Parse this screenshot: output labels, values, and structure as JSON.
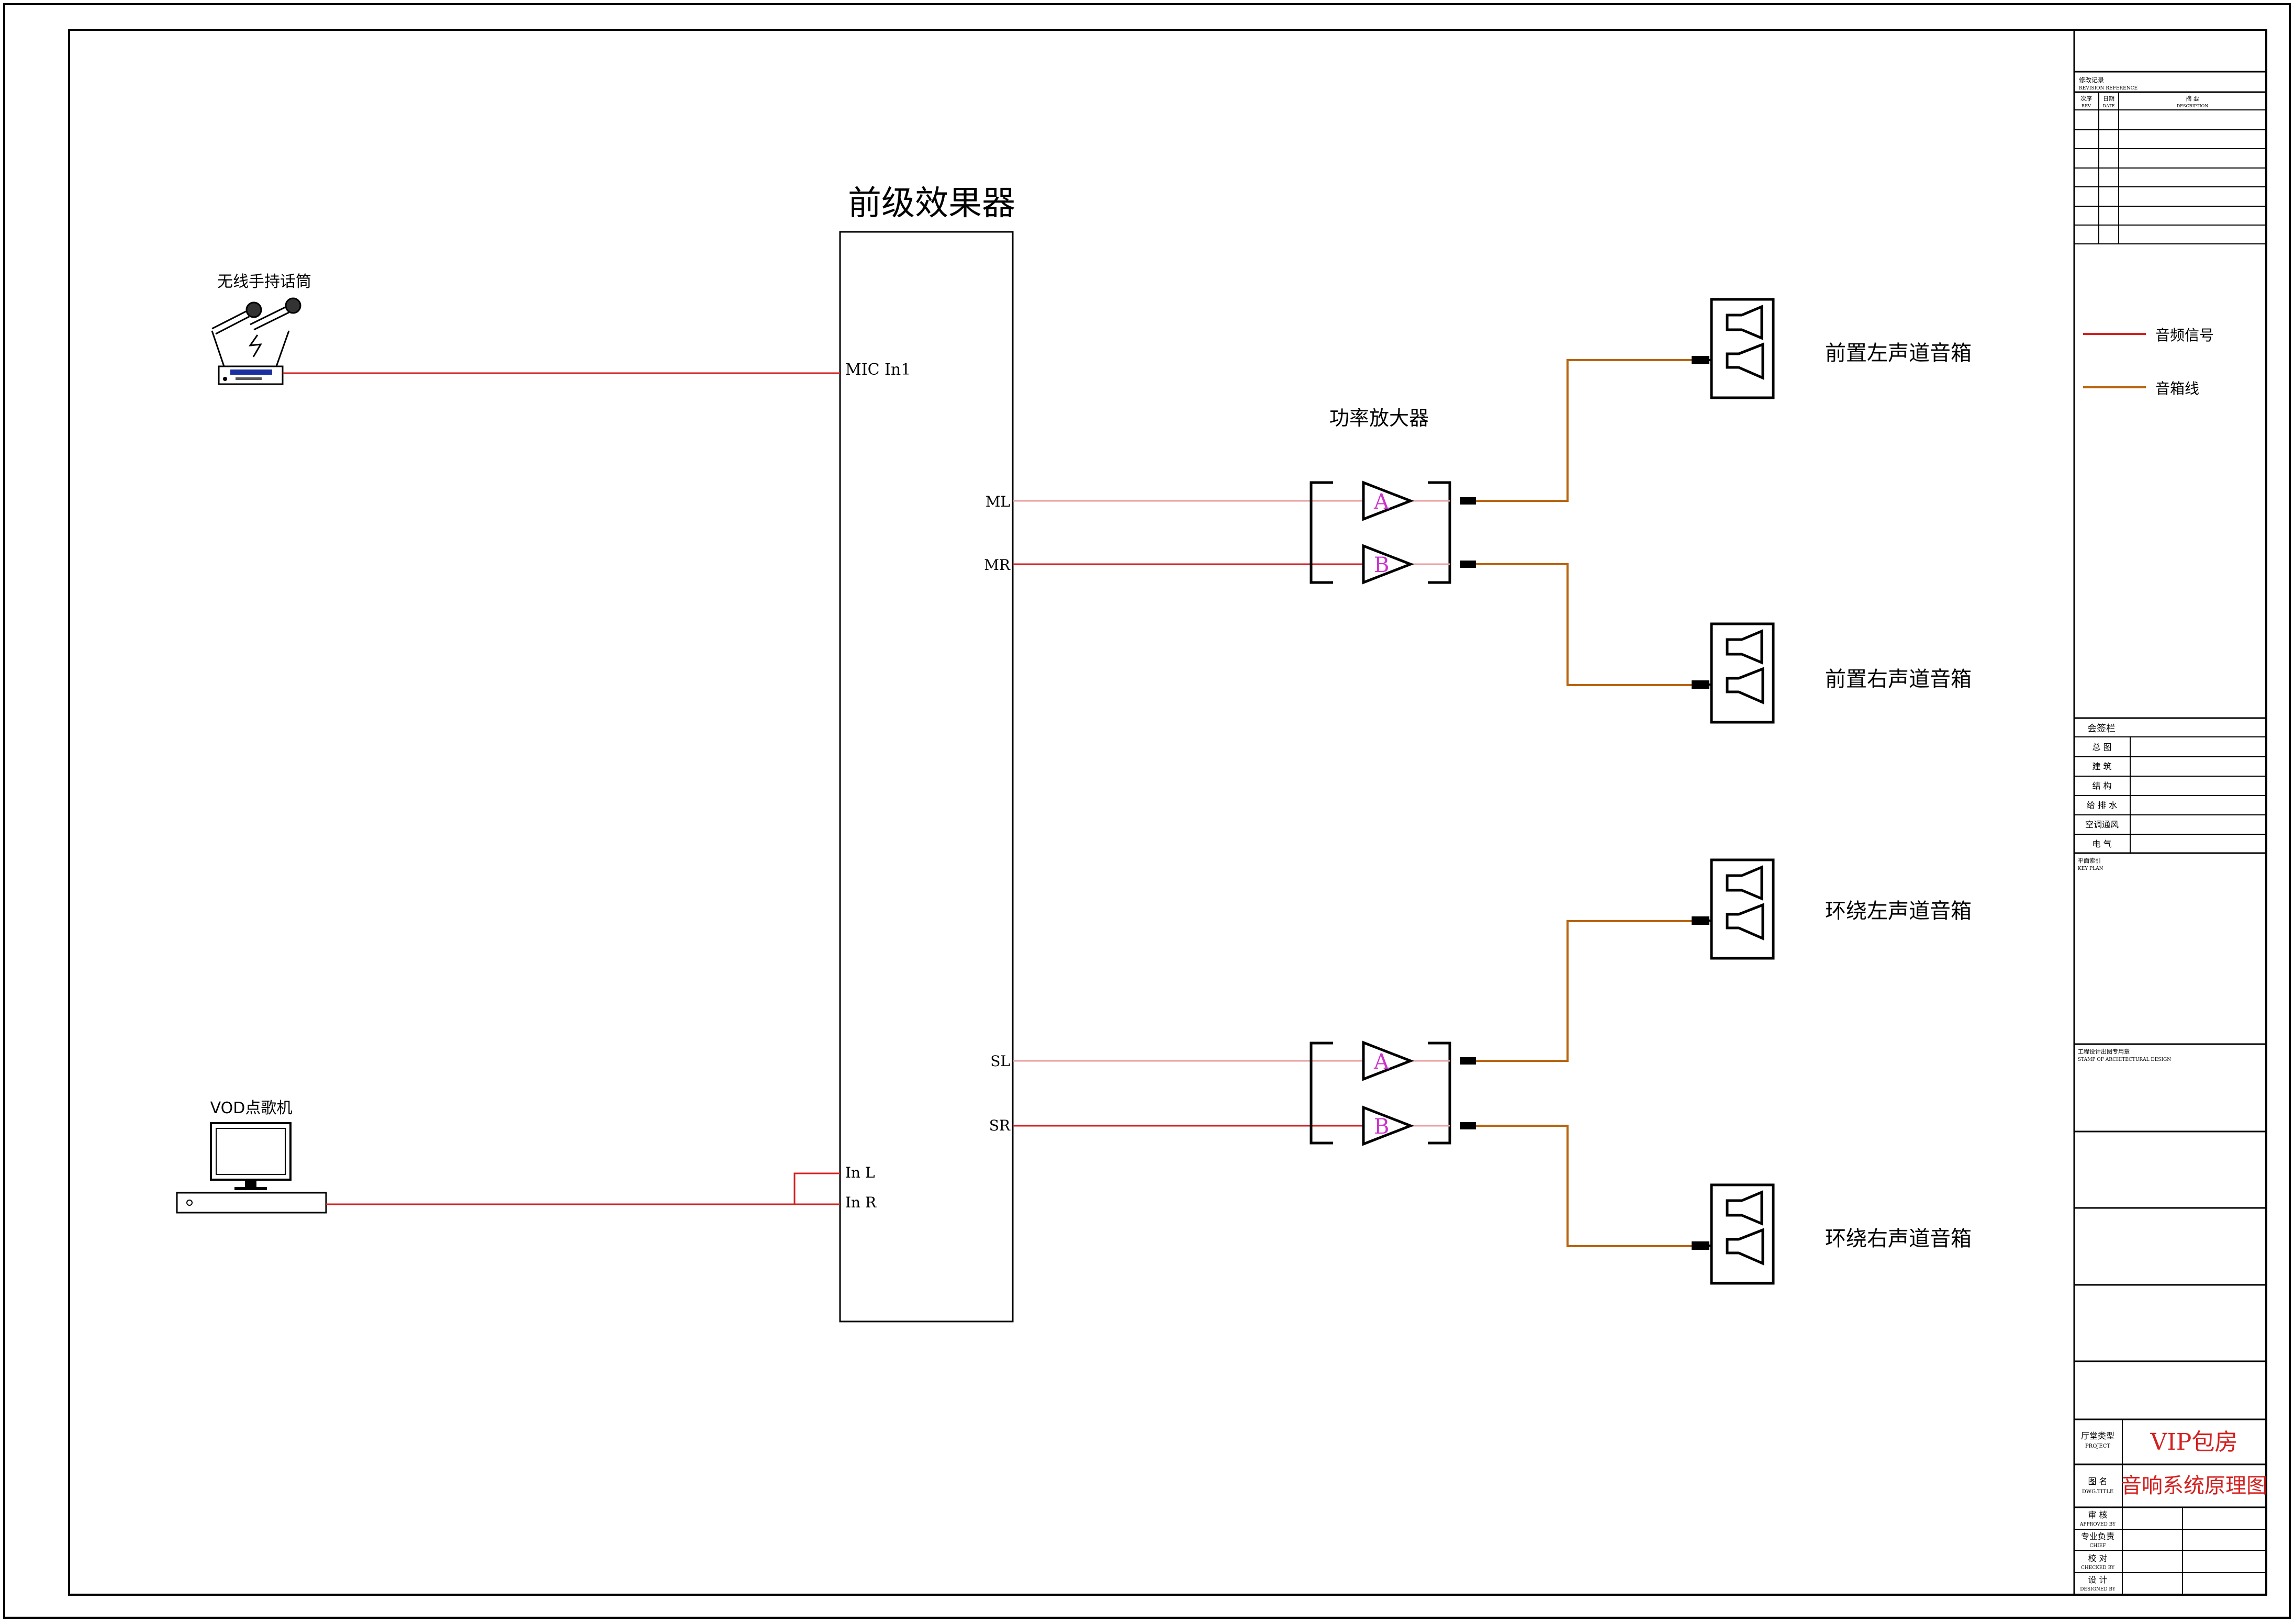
{
  "diagram": {
    "preamp_title": "前级效果器",
    "preamp_ports": {
      "mic_in": "MIC In1",
      "ml": "ML",
      "mr": "MR",
      "sl": "SL",
      "sr": "SR",
      "in_l": "In L",
      "in_r": "In R"
    },
    "mic_label": "无线手持话筒",
    "vod_label": "VOD点歌机",
    "amp_label": "功率放大器",
    "amp_channel_a": "A",
    "amp_channel_b": "B",
    "speakers": {
      "front_left": "前置左声道音箱",
      "front_right": "前置右声道音箱",
      "surround_left": "环绕左声道音箱",
      "surround_right": "环绕右声道音箱"
    },
    "legend": {
      "audio_signal": "音频信号",
      "speaker_wire": "音箱线"
    },
    "colors": {
      "audio_signal": "#d42020",
      "audio_signal_light": "#e9a0a0",
      "speaker_wire": "#b8650f",
      "amp_letters": "#cc33cc",
      "frame": "#000000"
    }
  },
  "title_block": {
    "revision_title": "修改记录",
    "revision_title_en": "REVISION REFERENCE",
    "rev_col": "次序",
    "rev_col_en": "REV",
    "date_col": "日期",
    "date_col_en": "DATE",
    "desc_col": "摘    要",
    "desc_col_en": "DESCRIPTION",
    "signoff_title": "会签栏",
    "signoff_rows": [
      "总  图",
      "建  筑",
      "结  构",
      "给 排 水",
      "空调通风",
      "电  气"
    ],
    "key_plan": "平面索引",
    "key_plan_en": "KEY PLAN",
    "stamp": "工程设计出图专用章",
    "stamp_en": "STAMP OF ARCHITECTURAL DESIGN",
    "project_label": "厅堂类型",
    "project_label_en": "PROJECT",
    "project_value": "VIP包房",
    "dwg_label": "图  名",
    "dwg_label_en": "DWG.TITLE",
    "dwg_value": "音响系统原理图",
    "approval_rows": [
      {
        "cn": "审  核",
        "en": "APPROVED BY"
      },
      {
        "cn": "专业负责",
        "en": "CHIEF"
      },
      {
        "cn": "校  对",
        "en": "CHECKED BY"
      },
      {
        "cn": "设  计",
        "en": "DESIGNED BY"
      }
    ]
  }
}
